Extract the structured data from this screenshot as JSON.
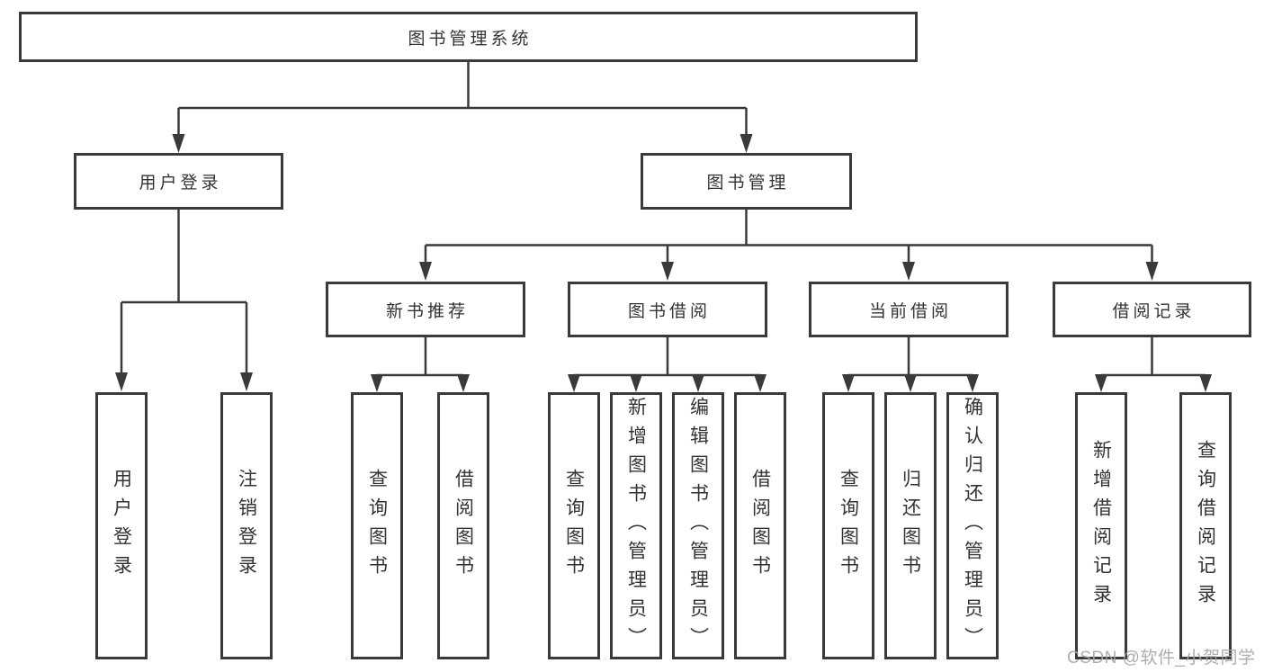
{
  "diagram": {
    "type": "hierarchy-tree",
    "nodes": {
      "root": "图书管理系统",
      "user_login": "用户登录",
      "book_management": "图书管理",
      "new_book_recommend": "新书推荐",
      "book_borrow": "图书借阅",
      "current_borrow": "当前借阅",
      "borrow_record": "借阅记录",
      "leaf_user_login": "用户登录",
      "leaf_logout": "注销登录",
      "leaf_query_book_1": "查询图书",
      "leaf_borrow_book_1": "借阅图书",
      "leaf_query_book_2": "查询图书",
      "leaf_add_book_admin": "新增图书（管理员）",
      "leaf_edit_book_admin": "编辑图书（管理员）",
      "leaf_borrow_book_2": "借阅图书",
      "leaf_query_book_3": "查询图书",
      "leaf_return_book": "归还图书",
      "leaf_confirm_return_admin": "确认归还（管理员）",
      "leaf_add_borrow_record": "新增借阅记录",
      "leaf_query_borrow_record": "查询借阅记录"
    },
    "colors": {
      "line": "#3a3a3a",
      "text": "#333333",
      "background": "#ffffff",
      "watermark": "#a4a4a4"
    }
  },
  "watermark": "CSDN @软件_小贺同学"
}
